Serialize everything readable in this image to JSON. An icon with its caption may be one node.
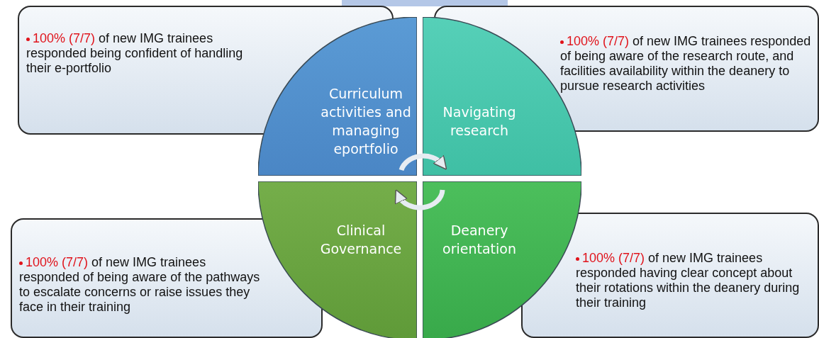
{
  "diagram": {
    "nodes": [
      {
        "text": [
          "100% (7/7)",
          "of new IMG trainees responded being confident of handling their e-portfolio"
        ]
      },
      {
        "text": [
          "Curriculum activities and managing eportfolio"
        ]
      },
      {
        "text": [
          "Navigating research"
        ]
      },
      {
        "text": [
          "100% (7/7)",
          "of new IMG trainees responded of being aware of the research route, and facilities availability within the deanery to pursue research activities"
        ]
      },
      {
        "text": [
          "Clinical Governance"
        ]
      },
      {
        "text": [
          "Deanery orientation"
        ]
      },
      {
        "text": [
          "100% (7/7)",
          "of new IMG trainees responded of being aware of the pathways to escalate concerns or raise issues they face in their training"
        ]
      },
      {
        "text": [
          "100% (7/7)",
          "of new IMG trainees responded having clear concept about their rotations within the deanery during their training"
        ]
      }
    ],
    "edges": [
      {
        "from": 1,
        "to": 2,
        "arrow": "to"
      },
      {
        "from": 5,
        "to": 4,
        "arrow": "to"
      }
    ]
  }
}
